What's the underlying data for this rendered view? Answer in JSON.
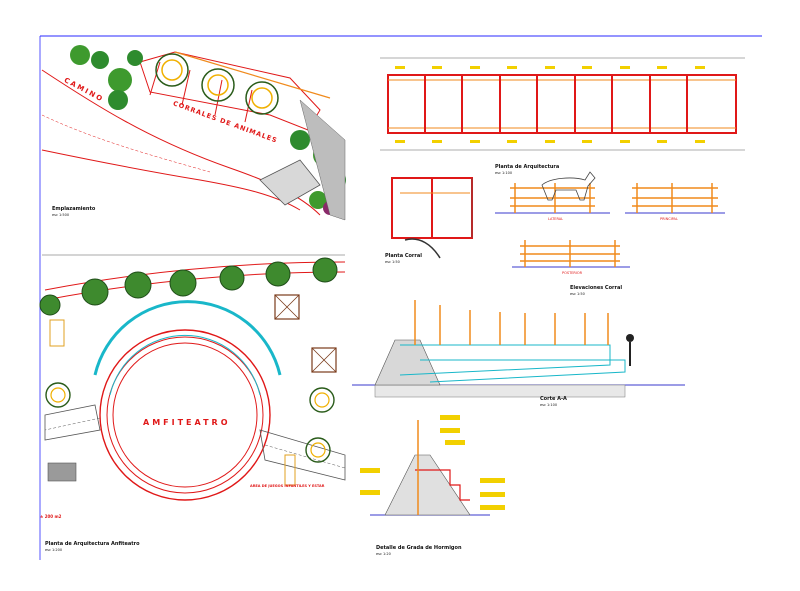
{
  "drawing": {
    "camino_label": "CAMINO",
    "corrales_label": "CORRALES DE ANIMALES",
    "amfiteatro_label": "AMFITEATRO",
    "emplazamiento": {
      "title": "Emplazamiento",
      "scale": "esc 1:500"
    },
    "planta_arq_amf": {
      "title": "Planta de Arquitectura Anfiteatro",
      "scale": "esc 1:200"
    },
    "planta_arq": {
      "title": "Planta de Arquitectura",
      "scale": "esc 1:100"
    },
    "planta_corral": {
      "title": "Planta Corral",
      "scale": "esc 1:50"
    },
    "elevaciones_corral": {
      "title": "Elevaciones Corral",
      "scale": "esc 1:50"
    },
    "lateral": "LATERAL",
    "principal": "PRINCIPAL",
    "posterior": "POSTERIOR",
    "corte_aa": {
      "title": "Corte A-A",
      "scale": "esc 1:100"
    },
    "detalle_grada": {
      "title": "Detalle de Grada de Hormigon",
      "scale": "esc 1:20"
    },
    "area_juegos": "AREA DE JUEGOS INFANTILES Y ESTAR",
    "area_value": "± 200 m2",
    "colors": {
      "red": "#e01818",
      "green": "#2e8b2e",
      "yellow": "#f2d000",
      "orange": "#f08a1c",
      "cyan": "#19b7c9",
      "blue": "#2a2aff"
    }
  }
}
